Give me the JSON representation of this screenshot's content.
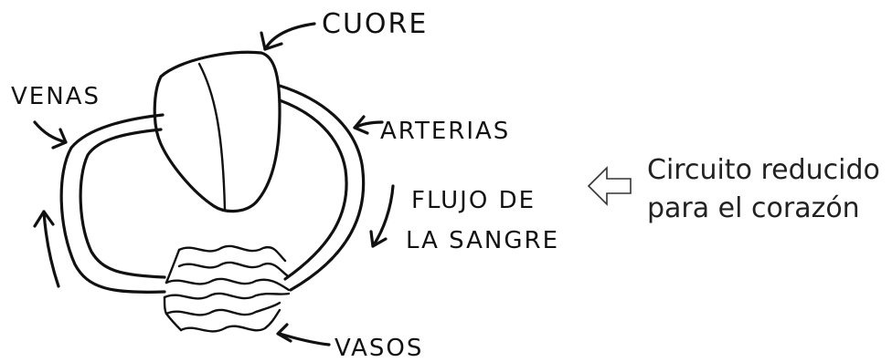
{
  "labels": {
    "heart": "CUORE",
    "veins": "VENAS",
    "arteries": "ARTERIAS",
    "flow_line1": "FLUJO DE",
    "flow_line2": "LA SANGRE",
    "vessels": "VASOS"
  },
  "caption": {
    "line1": "Circuito reducido",
    "line2": "para el corazón"
  }
}
